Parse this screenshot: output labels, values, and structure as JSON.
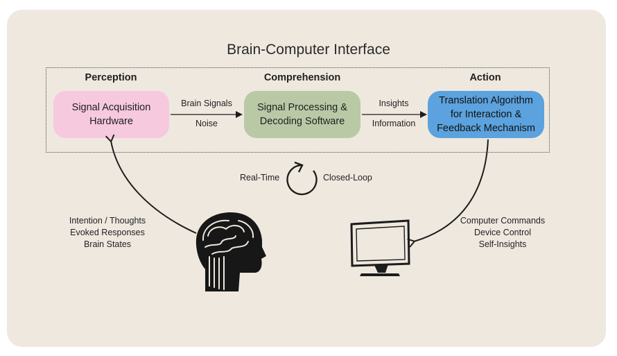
{
  "diagram": {
    "title": "Brain-Computer Interface",
    "stages": {
      "perception": "Perception",
      "comprehension": "Comprehension",
      "action": "Action"
    },
    "boxes": {
      "acquisition": "Signal Acquisition\nHardware",
      "processing": "Signal Processing &\nDecoding Software",
      "translation": "Translation Algorithm\nfor Interaction &\nFeedback Mechanism"
    },
    "edge_labels": {
      "brain_signals": "Brain Signals",
      "noise": "Noise",
      "insights": "Insights",
      "information": "Information"
    },
    "loop": {
      "left": "Real-Time",
      "right": "Closed-Loop"
    },
    "inputs": [
      "Intention / Thoughts",
      "Evoked Responses",
      "Brain States"
    ],
    "outputs": [
      "Computer Commands",
      "Device Control",
      "Self-Insights"
    ],
    "colors": {
      "perception_box": "#f6c9df",
      "comprehension_box": "#b9c9a6",
      "action_box": "#5ba2de",
      "background": "#efe8df"
    },
    "icons": [
      "brain-head-icon",
      "monitor-icon",
      "loop-arrow-icon"
    ]
  }
}
